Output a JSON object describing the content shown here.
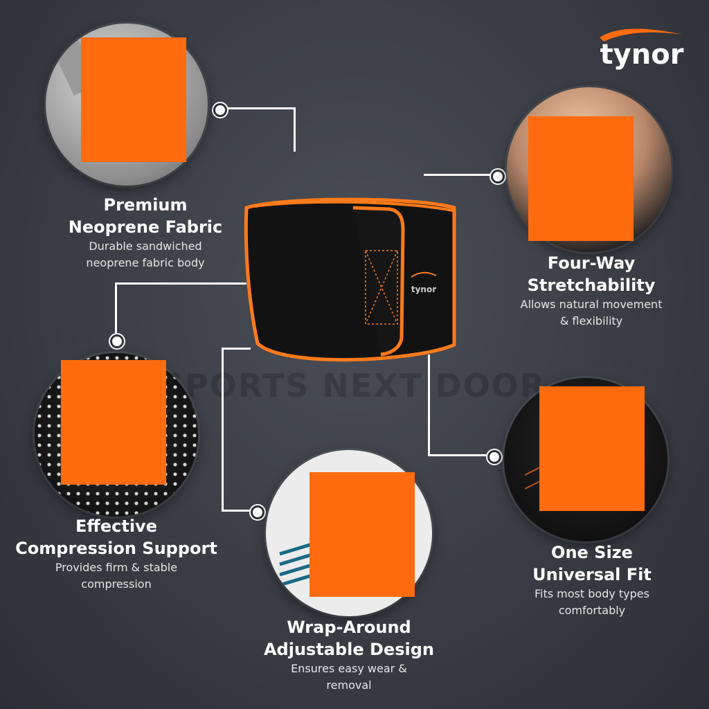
{
  "brand": {
    "logo_text": "tynor",
    "accent_color": "#ff6b0e",
    "watermark_text": "SPORTS NEXT DOOR"
  },
  "product": {
    "belt_logo_text": "tynor",
    "icon": "waist-belt-icon"
  },
  "features": [
    {
      "title_line1": "Premium",
      "title_line2": "Neoprene Fabric",
      "desc_line1": "Durable sandwiched",
      "desc_line2": "neoprene fabric body",
      "icon": "fabric-swatch-icon"
    },
    {
      "title_line1": "Four-Way",
      "title_line2": "Stretchability",
      "desc_line1": "Allows natural movement",
      "desc_line2": "& flexibility",
      "icon": "stretch-hands-icon"
    },
    {
      "title_line1": "Effective",
      "title_line2": "Compression Support",
      "desc_line1": "Provides firm & stable",
      "desc_line2": "compression",
      "icon": "mesh-texture-icon"
    },
    {
      "title_line1": "One Size",
      "title_line2": "Universal Fit",
      "desc_line1": "Fits most body types",
      "desc_line2": "comfortably",
      "icon": "body-fit-icon"
    },
    {
      "title_line1": "Wrap-Around",
      "title_line2": "Adjustable Design",
      "desc_line1": "Ensures easy wear &",
      "desc_line2": "removal",
      "icon": "layers-icon"
    }
  ]
}
